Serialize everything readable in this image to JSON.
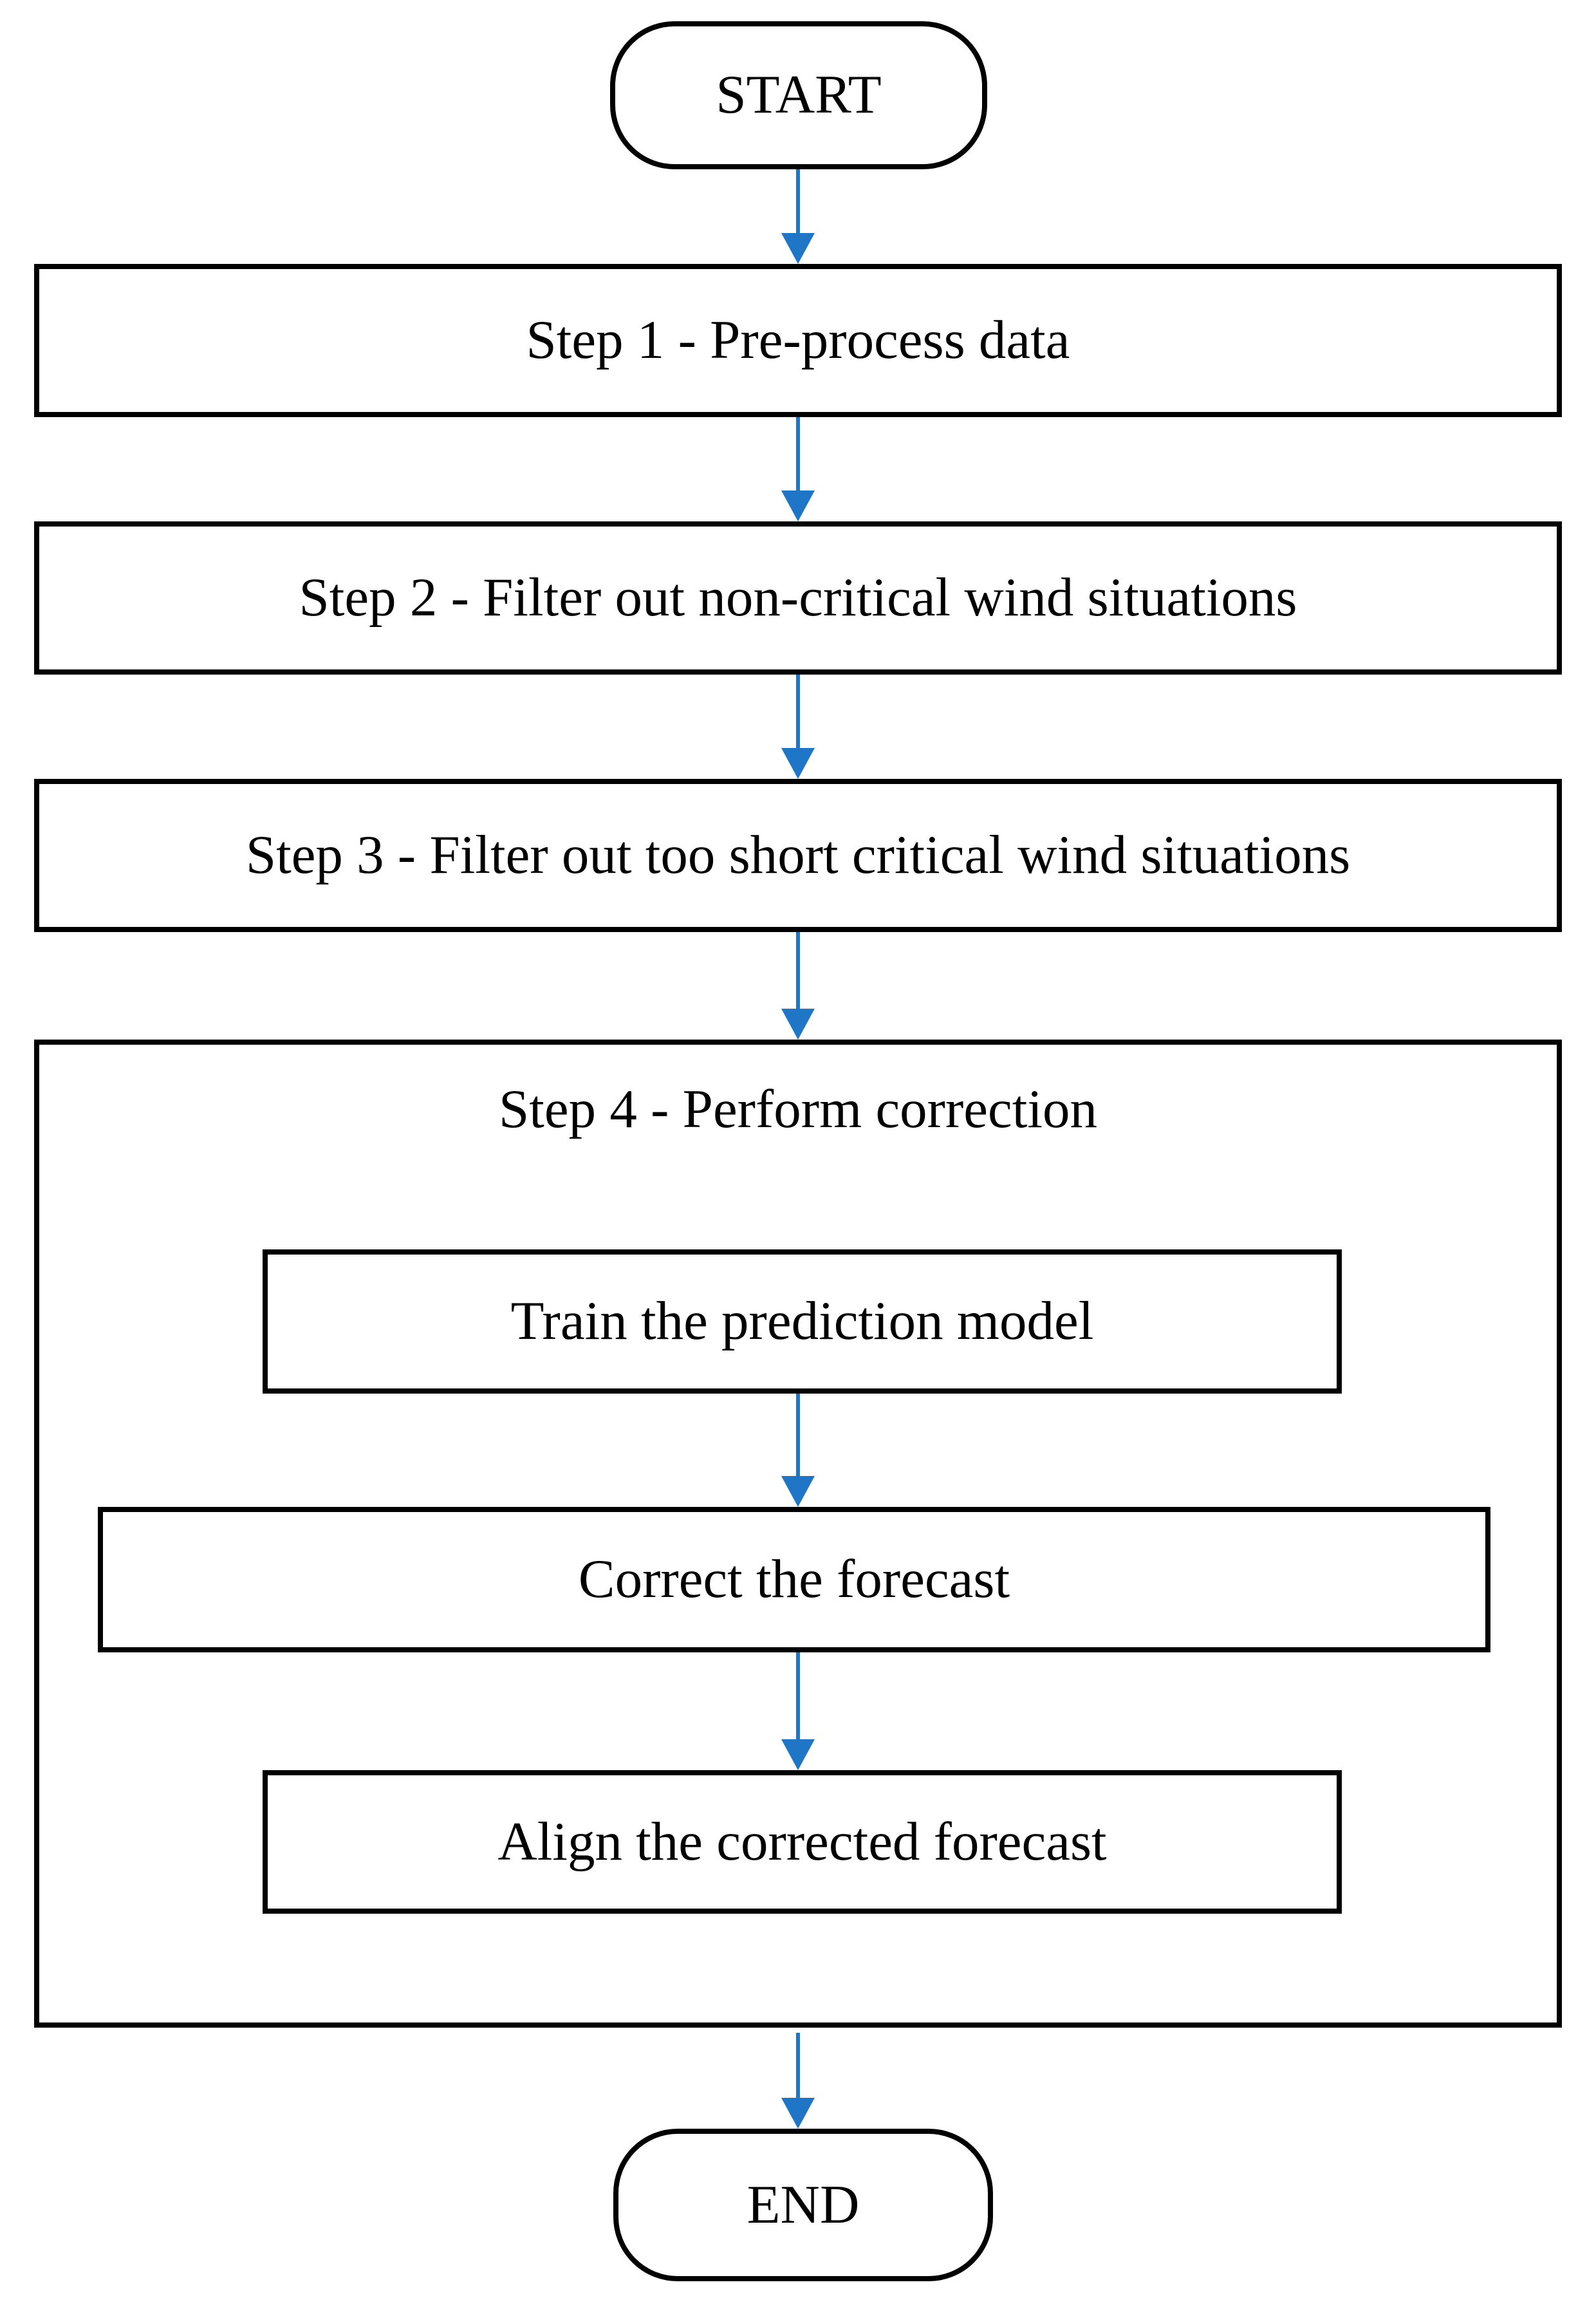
{
  "diagram": {
    "type": "flowchart",
    "nodes": {
      "start": {
        "label": "START",
        "shape": "rounded"
      },
      "step1": {
        "label": "Step 1 - Pre-process data",
        "shape": "rectangle"
      },
      "step2": {
        "label": "Step 2 - Filter out non-critical wind situations",
        "shape": "rectangle"
      },
      "step3": {
        "label": "Step 3 - Filter out too short critical wind situations",
        "shape": "rectangle"
      },
      "step4": {
        "label": "Step 4 - Perform correction",
        "shape": "container"
      },
      "step4_sub1": {
        "label": "Train the prediction model",
        "shape": "rectangle",
        "parent": "step4"
      },
      "step4_sub2": {
        "label": "Correct the forecast",
        "shape": "rectangle",
        "parent": "step4"
      },
      "step4_sub3": {
        "label": "Align the corrected forecast",
        "shape": "rectangle",
        "parent": "step4"
      },
      "end": {
        "label": "END",
        "shape": "rounded"
      }
    },
    "edges": [
      {
        "from": "start",
        "to": "step1"
      },
      {
        "from": "step1",
        "to": "step2"
      },
      {
        "from": "step2",
        "to": "step3"
      },
      {
        "from": "step3",
        "to": "step4"
      },
      {
        "from": "step4_sub1",
        "to": "step4_sub2"
      },
      {
        "from": "step4_sub2",
        "to": "step4_sub3"
      },
      {
        "from": "step4",
        "to": "end"
      }
    ],
    "colors": {
      "arrow": "#1F75C6",
      "border": "#000000",
      "fill": "#FFFFFF",
      "text": "#000000"
    }
  }
}
